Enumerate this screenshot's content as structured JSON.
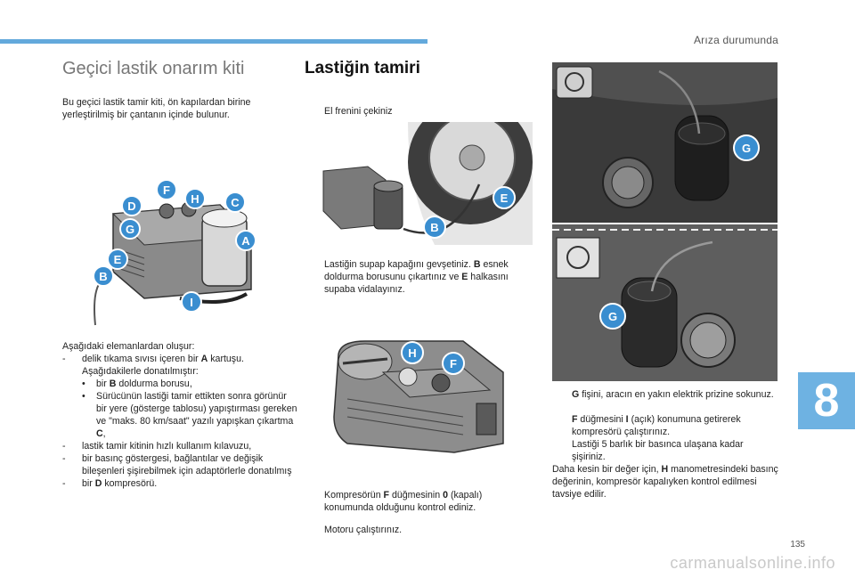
{
  "header": {
    "section_title": "Arıza durumunda",
    "chapter_number": "8",
    "page_number": "135",
    "watermark": "carmanualsonline.info"
  },
  "left": {
    "title": "Geçici lastik onarım kiti",
    "intro": "Bu geçici lastik tamir kiti, ön kapılardan birine yerleştirilmiş bir çantanın içinde bulunur.",
    "components_intro": "Aşağıdaki elemanlardan oluşur:",
    "components": [
      {
        "dash": "-",
        "pre": "delik tıkama sıvısı içeren bir ",
        "key": "A",
        "post": " kartuşu. Aşağıdakilerle donatılmıştır:"
      },
      {
        "dot": "•",
        "pre": "bir ",
        "key": "B",
        "post": " doldurma borusu,"
      },
      {
        "dot": "•",
        "pre": "Sürücünün lastiği tamir ettikten sonra görünür bir yere (gösterge tablosu) yapıştırması gereken ve \"maks. 80 km/saat\" yazılı yapışkan çıkartma ",
        "key": "C",
        "post": ","
      },
      {
        "dash": "-",
        "pre": "lastik tamir kitinin hızlı kullanım kılavuzu,",
        "key": "",
        "post": ""
      },
      {
        "dash": "-",
        "pre": "bir basınç göstergesi, bağlantılar ve değişik bileşenleri şişirebilmek için adaptörlerle donatılmış",
        "key": "",
        "post": ""
      },
      {
        "dash": "-",
        "pre": "bir ",
        "key": "D",
        "post": " kompresörü."
      }
    ],
    "figure_labels": [
      "F",
      "H",
      "C",
      "D",
      "G",
      "A",
      "E",
      "B",
      "I"
    ]
  },
  "middle": {
    "title": "Lastiğin tamiri",
    "marker": "",
    "step1": "El frenini çekiniz",
    "step2": {
      "pre": "Lastiğin supap kapağını gevşetiniz. ",
      "key1": "B",
      "mid": " esnek doldurma borusunu çıkartınız ve ",
      "key2": "E",
      "post": " halkasını supaba vidalayınız."
    },
    "step3": {
      "pre": "Kompresörün ",
      "key1": "F",
      "mid1": " düğmesinin ",
      "key2": "0",
      "post": " (kapalı) konumunda olduğunu kontrol ediniz."
    },
    "step4": "Motoru çalıştırınız.",
    "fig1_labels": [
      "E",
      "B"
    ],
    "fig2_labels": [
      "H",
      "F"
    ]
  },
  "right": {
    "fig_top_label": "G",
    "fig_bottom_label": "G",
    "step1": {
      "key": "G",
      "post": " fişini, aracın en yakın elektrik prizine sokunuz."
    },
    "step2": {
      "key1": "F",
      "mid": " düğmesini ",
      "key2": "I",
      "post": " (açık) konumuna getirerek kompresörü çalıştırınız."
    },
    "step3": "Lastiği 5 barlık bir basınca ulaşana kadar şişiriniz.",
    "note": {
      "pre": "Daha kesin bir değer için, ",
      "key": "H",
      "post": " manometresindeki basınç değerinin, kompresör kapalıyken kontrol edilmesi tavsiye edilir."
    }
  }
}
